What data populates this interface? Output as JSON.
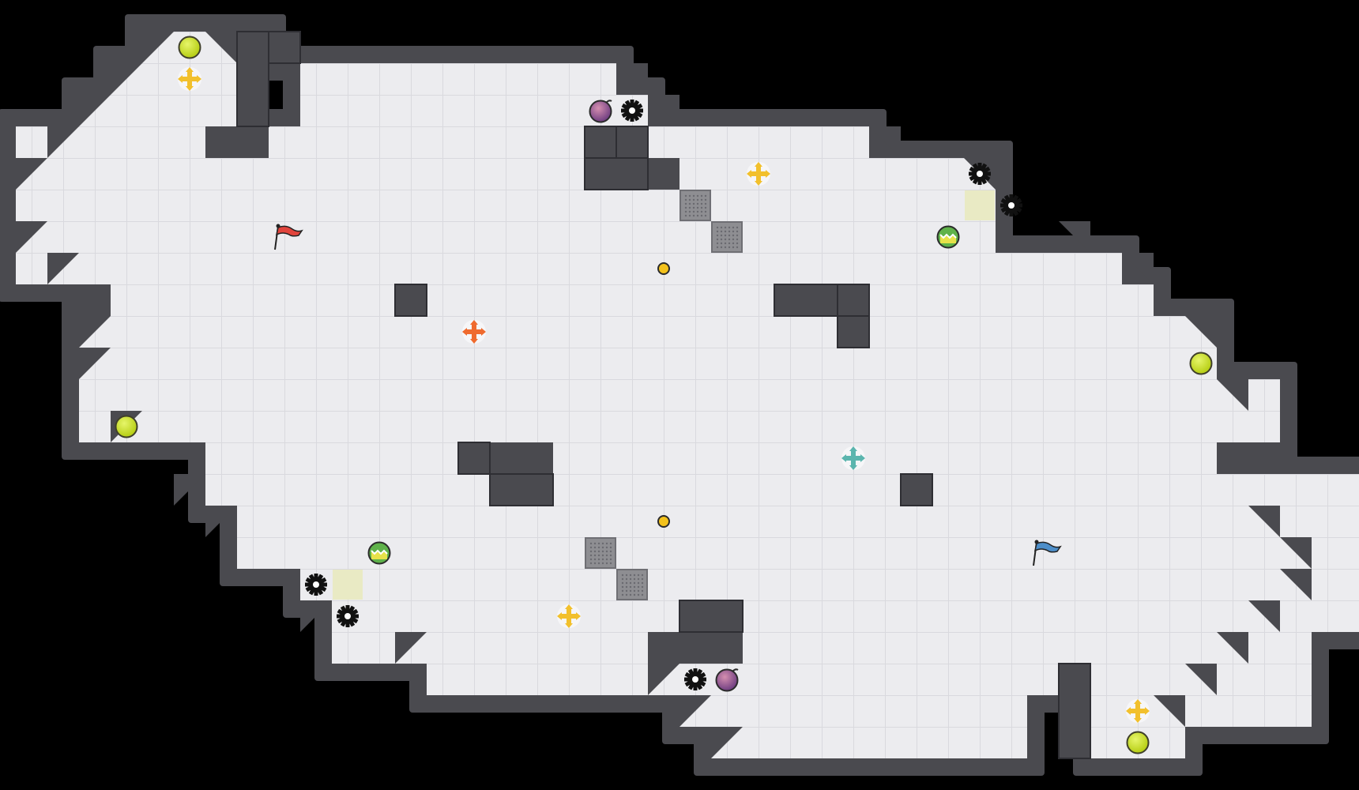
{
  "map": {
    "cell_units": 1,
    "colors": {
      "background": "#000000",
      "floor": "#ececef",
      "floor_grid": "#dcdce0",
      "wall": "#4a4a4f",
      "wall_edge": "#2e2e33",
      "spawn_tile": "#e9eac4",
      "vent_tile": "#8e8e92",
      "orb": "#c9e024",
      "orb_ring": "#3f3f2a",
      "plus_gold": "#f2c02c",
      "plus_orange": "#ef6a2e",
      "plus_teal": "#5bb5ae",
      "bomb": "#8e4f8a",
      "boost": "#5fb24a",
      "coin": "#f3c21c",
      "flag_red": "#e1443c",
      "flag_blue": "#4d8ec9",
      "gear": "#111111"
    },
    "floor_cells": [
      [
        5,
        1,
        4
      ],
      [
        4,
        2,
        4
      ],
      [
        10,
        2,
        10
      ],
      [
        4,
        3,
        4
      ],
      [
        10,
        3,
        11
      ],
      [
        3,
        3,
        1
      ],
      [
        1,
        4,
        6
      ],
      [
        9,
        4,
        14
      ],
      [
        21,
        4,
        7
      ],
      [
        1,
        5,
        18
      ],
      [
        22,
        5,
        10
      ],
      [
        1,
        6,
        31
      ],
      [
        1,
        7,
        31
      ],
      [
        1,
        8,
        35
      ],
      [
        4,
        9,
        9
      ],
      [
        14,
        9,
        11
      ],
      [
        28,
        9,
        9
      ],
      [
        3,
        10,
        36
      ],
      [
        3,
        11,
        36
      ],
      [
        3,
        12,
        38
      ],
      [
        3,
        13,
        38
      ],
      [
        7,
        14,
        8
      ],
      [
        18,
        14,
        21
      ],
      [
        7,
        15,
        37
      ],
      [
        8,
        16,
        36
      ],
      [
        8,
        17,
        36
      ],
      [
        10,
        18,
        37
      ],
      [
        11,
        19,
        36
      ],
      [
        11,
        20,
        10
      ],
      [
        24,
        20,
        18
      ],
      [
        14,
        21,
        8
      ],
      [
        22,
        21,
        20
      ],
      [
        22,
        22,
        11
      ],
      [
        35,
        22,
        7
      ],
      [
        23,
        23,
        10
      ],
      [
        35,
        23,
        3
      ]
    ],
    "wall_pieces": [
      [
        "l",
        5,
        1
      ],
      [
        "l",
        4,
        2
      ],
      [
        "l",
        3,
        3
      ],
      [
        "l",
        2,
        4
      ],
      [
        "l",
        1,
        5
      ],
      [
        "r",
        7,
        1
      ],
      [
        "r",
        8,
        2
      ],
      [
        "r",
        20,
        2
      ],
      [
        "r",
        21,
        3
      ],
      [
        "r",
        28,
        4
      ],
      [
        "r",
        31,
        5
      ],
      [
        "r",
        34,
        7
      ],
      [
        "r",
        36,
        8
      ],
      [
        "r",
        38,
        10
      ],
      [
        "r",
        39,
        12
      ],
      [
        "r",
        40,
        16
      ],
      [
        "r",
        41,
        17
      ],
      [
        "r",
        41,
        18
      ],
      [
        "r",
        40,
        19
      ],
      [
        "r",
        39,
        20
      ],
      [
        "r",
        38,
        21
      ],
      [
        "r",
        37,
        22
      ],
      [
        "l",
        1,
        7
      ],
      [
        "l",
        2,
        8
      ],
      [
        "l",
        3,
        10
      ],
      [
        "l",
        3,
        11
      ],
      [
        "l",
        4,
        13
      ],
      [
        "l",
        6,
        15
      ],
      [
        "l",
        7,
        16
      ],
      [
        "l",
        10,
        19
      ],
      [
        "l",
        13,
        20
      ],
      [
        "l",
        21,
        21
      ],
      [
        "l",
        22,
        22
      ],
      [
        "l",
        23,
        23
      ]
    ],
    "wall_blocks": [
      [
        8,
        1,
        1,
        3
      ],
      [
        9,
        1,
        1,
        1
      ],
      [
        19,
        4,
        1,
        1
      ],
      [
        20,
        4,
        1,
        1
      ],
      [
        25,
        9,
        2,
        1
      ],
      [
        27,
        9,
        1,
        1
      ],
      [
        27,
        10,
        1,
        1
      ],
      [
        13,
        9,
        1,
        1
      ],
      [
        15,
        14,
        1,
        1
      ],
      [
        16,
        15,
        2,
        1
      ],
      [
        29,
        15,
        1,
        1
      ],
      [
        19,
        5,
        2,
        1
      ],
      [
        22,
        19,
        2,
        1
      ],
      [
        34,
        21,
        1,
        3
      ]
    ],
    "spawn_tiles": [
      [
        31,
        6
      ],
      [
        11,
        18
      ]
    ],
    "vent_tiles": [
      [
        22,
        6
      ],
      [
        23,
        7
      ],
      [
        19,
        17
      ],
      [
        20,
        18
      ]
    ],
    "gears": [
      [
        20,
        3
      ],
      [
        31,
        5
      ],
      [
        32,
        6
      ],
      [
        10,
        18
      ],
      [
        11,
        19
      ],
      [
        22,
        21
      ]
    ],
    "orbs": [
      [
        6,
        1
      ],
      [
        4,
        13
      ],
      [
        38,
        11
      ],
      [
        36,
        23
      ]
    ],
    "plus_gold": [
      [
        6,
        2
      ],
      [
        24,
        5
      ],
      [
        18,
        19
      ],
      [
        36,
        22
      ]
    ],
    "plus_orange": [
      [
        15,
        10
      ]
    ],
    "plus_teal": [
      [
        27,
        14
      ]
    ],
    "bombs": [
      [
        19,
        3
      ],
      [
        23,
        21
      ]
    ],
    "boosts": [
      [
        30,
        7
      ],
      [
        12,
        17
      ]
    ],
    "coins": [
      [
        21,
        8
      ],
      [
        21,
        16
      ]
    ],
    "flag_red": [
      9,
      7
    ],
    "flag_blue": [
      33,
      17
    ]
  }
}
